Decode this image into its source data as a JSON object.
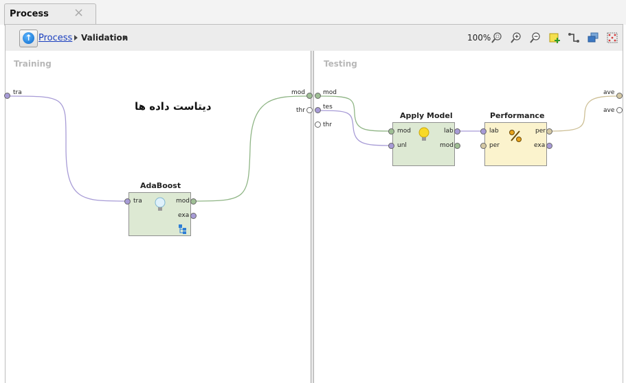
{
  "tab": {
    "title": "Process",
    "close_glyph": "×"
  },
  "breadcrumb": {
    "root": "Process",
    "current": "Validation"
  },
  "toolbar": {
    "zoom": "100%"
  },
  "panels": {
    "left_label": "Training",
    "right_label": "Testing"
  },
  "note_text": "دیتاست داده ها",
  "operators": {
    "adaboost": {
      "title": "AdaBoost",
      "in_port": "tra",
      "out_ports": [
        "mod",
        "exa"
      ]
    },
    "apply_model": {
      "title": "Apply Model",
      "in_ports": [
        "mod",
        "unl"
      ],
      "out_ports": [
        "lab",
        "mod"
      ]
    },
    "performance": {
      "title": "Performance",
      "in_ports": [
        "lab",
        "per"
      ],
      "out_ports": [
        "per",
        "exa"
      ]
    }
  },
  "ports": {
    "training_in": "tra",
    "training_out": [
      "mod",
      "thr"
    ],
    "testing_in": [
      "mod",
      "tes",
      "thr"
    ],
    "testing_out": [
      "ave",
      "ave"
    ]
  },
  "colors": {
    "operator_green": "#dde9d3",
    "operator_yellow": "#fbf3cd",
    "wire_purple": "#a79bd6",
    "wire_green": "#8fb585",
    "wire_tan": "#cdbf95"
  },
  "icons": [
    "up-arrow-icon",
    "zoom-fit-icon",
    "zoom-in-icon",
    "zoom-out-icon",
    "add-note-icon",
    "auto-wire-icon",
    "arrange-icon",
    "grid-icon",
    "bulb-icon",
    "percent-icon",
    "tree-icon"
  ]
}
